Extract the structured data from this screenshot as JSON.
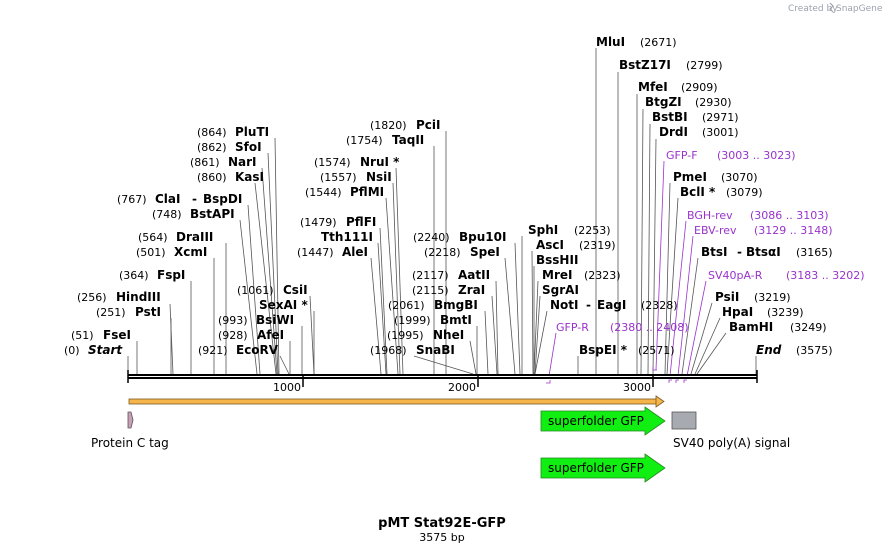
{
  "credit": {
    "created_by": "Created by",
    "brand": "SnapGene"
  },
  "plasmid": {
    "name": "pMT Stat92E-GFP",
    "length_label": "3575 bp",
    "length": 3575
  },
  "ruler": {
    "ticks": [
      "1000",
      "2000",
      "3000"
    ]
  },
  "sites": [
    {
      "pos": "(0)",
      "name": "Start"
    },
    {
      "pos": "(51)",
      "name": "FseI"
    },
    {
      "pos": "(251)",
      "name": "PstI"
    },
    {
      "pos": "(256)",
      "name": "HindIII"
    },
    {
      "pos": "(364)",
      "name": "FspI"
    },
    {
      "pos": "(501)",
      "name": "XcmI"
    },
    {
      "pos": "(564)",
      "name": "DraIII"
    },
    {
      "pos": "(748)",
      "name": "BstAPI"
    },
    {
      "pos": "(767)",
      "name": "ClaI",
      "extra": "BspDI"
    },
    {
      "pos": "(860)",
      "name": "KasI"
    },
    {
      "pos": "(861)",
      "name": "NarI"
    },
    {
      "pos": "(862)",
      "name": "SfoI"
    },
    {
      "pos": "(864)",
      "name": "PluTI"
    },
    {
      "pos": "(921)",
      "name": "EcoRV"
    },
    {
      "pos": "(928)",
      "name": "AfeI"
    },
    {
      "pos": "(993)",
      "name": "BsiWI"
    },
    {
      "pos": "",
      "name": "SexAI *"
    },
    {
      "pos": "(1061)",
      "name": "CsiI"
    },
    {
      "pos": "(1447)",
      "name": "AleI"
    },
    {
      "pos": "",
      "name": "Tth111I"
    },
    {
      "pos": "(1479)",
      "name": "PflFI"
    },
    {
      "pos": "(1544)",
      "name": "PflMI"
    },
    {
      "pos": "(1557)",
      "name": "NsiI"
    },
    {
      "pos": "(1574)",
      "name": "NruI *"
    },
    {
      "pos": "(1754)",
      "name": "TaqII"
    },
    {
      "pos": "(1820)",
      "name": "PciI"
    },
    {
      "pos": "(1968)",
      "name": "SnaBI"
    },
    {
      "pos": "(1995)",
      "name": "NheI"
    },
    {
      "pos": "(1999)",
      "name": "BmtI"
    },
    {
      "pos": "(2061)",
      "name": "BmgBI"
    },
    {
      "pos": "(2115)",
      "name": "ZraI"
    },
    {
      "pos": "(2117)",
      "name": "AatII"
    },
    {
      "pos": "(2218)",
      "name": "SpeI"
    },
    {
      "pos": "(2240)",
      "name": "Bpu10I"
    },
    {
      "pos": "",
      "name": "SphI"
    },
    {
      "pos": "(2253)",
      "name": ""
    },
    {
      "pos": "",
      "name": "AscI"
    },
    {
      "pos": "(2319)",
      "name": ""
    },
    {
      "pos": "",
      "name": "BssHII"
    },
    {
      "pos": "",
      "name": "MreI"
    },
    {
      "pos": "(2323)",
      "name": ""
    },
    {
      "pos": "",
      "name": "SgrAI"
    },
    {
      "pos": "",
      "name": "NotI",
      "extra": "EagI"
    },
    {
      "pos": "(2328)",
      "name": ""
    },
    {
      "pos": "",
      "name": "BspEI *"
    },
    {
      "pos": "(2571)",
      "name": ""
    },
    {
      "pos": "(2671)",
      "name": "MluI"
    },
    {
      "pos": "(2799)",
      "name": "BstZ17I"
    },
    {
      "pos": "(2909)",
      "name": "MfeI"
    },
    {
      "pos": "(2930)",
      "name": "BtgZI"
    },
    {
      "pos": "(2971)",
      "name": "BstBI"
    },
    {
      "pos": "(3001)",
      "name": "DrdI"
    },
    {
      "pos": "(3070)",
      "name": "PmeI"
    },
    {
      "pos": "(3079)",
      "name": "BclI *"
    },
    {
      "pos": "(3165)",
      "name": "BtsI",
      "extra": "BtsαI"
    },
    {
      "pos": "(3219)",
      "name": "PsiI"
    },
    {
      "pos": "(3239)",
      "name": "HpaI"
    },
    {
      "pos": "(3249)",
      "name": "BamHI"
    },
    {
      "pos": "(3575)",
      "name": "End"
    }
  ],
  "primers": [
    {
      "name": "GFP-F",
      "range": "(3003 .. 3023)"
    },
    {
      "name": "BGH-rev",
      "range": "(3086 .. 3103)"
    },
    {
      "name": "EBV-rev",
      "range": "(3129 .. 3148)"
    },
    {
      "name": "SV40pA-R",
      "range": "(3183 .. 3202)"
    },
    {
      "name": "GFP-R",
      "range": "(2380 .. 2408)"
    }
  ],
  "features": [
    {
      "name": "superfolder GFP",
      "color": "#11ee11"
    },
    {
      "name": "superfolder GFP",
      "color": "#11ee11"
    },
    {
      "name": "Protein C tag",
      "color": "#c9a0b8"
    },
    {
      "name": "SV40 poly(A) signal",
      "color": "#a7aab0"
    }
  ],
  "colors": {
    "primer": "#9933cc",
    "orf": "#f5b54a",
    "backbone": "#000000"
  }
}
